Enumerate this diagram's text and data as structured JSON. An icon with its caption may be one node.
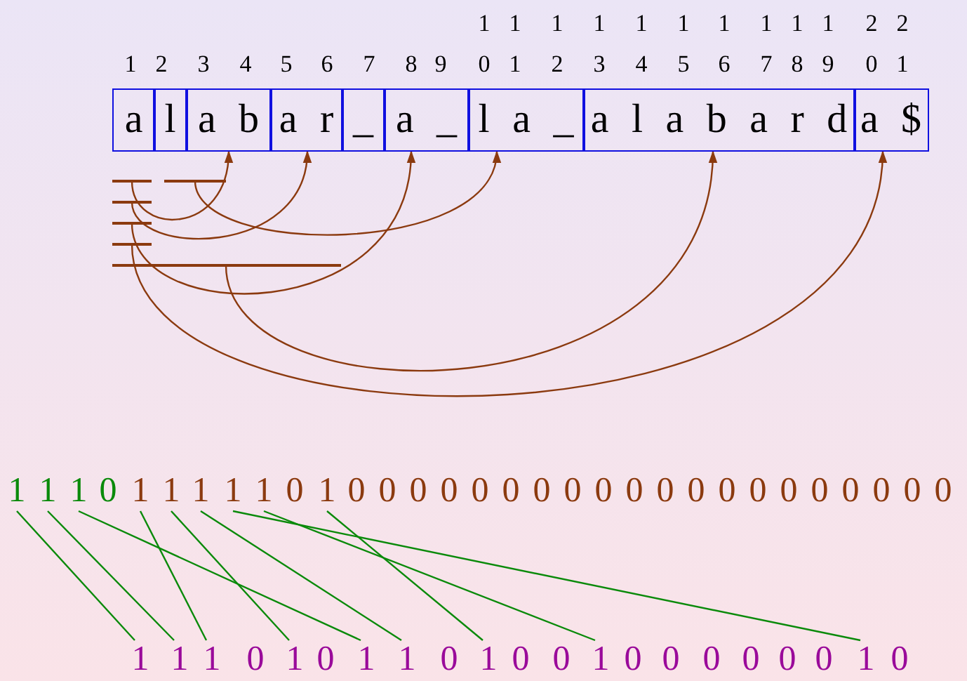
{
  "diagram": {
    "nodes": [
      {
        "text": [
          "a"
        ]
      },
      {
        "text": [
          "l"
        ]
      },
      {
        "text": [
          "a b"
        ]
      },
      {
        "text": [
          "a r"
        ]
      },
      {
        "text": [
          "_"
        ]
      },
      {
        "text": [
          "a _"
        ]
      },
      {
        "text": [
          "l a _"
        ]
      },
      {
        "text": [
          "a l a b a r d"
        ]
      },
      {
        "text": [
          "a $"
        ]
      },
      {
        "text": [],
        "shape": "bar"
      },
      {
        "text": [],
        "shape": "bar"
      },
      {
        "text": [],
        "shape": "bar"
      },
      {
        "text": [],
        "shape": "bar"
      },
      {
        "text": [],
        "shape": "bar"
      },
      {
        "text": [],
        "shape": "bar"
      },
      {
        "text": [
          "1"
        ]
      },
      {
        "text": [
          "1"
        ]
      },
      {
        "text": [
          "1"
        ]
      },
      {
        "text": [
          "1"
        ]
      },
      {
        "text": [
          "1"
        ]
      },
      {
        "text": [
          "1"
        ]
      },
      {
        "text": [
          "1"
        ]
      },
      {
        "text": [
          "1"
        ]
      },
      {
        "text": [
          "1"
        ]
      },
      {
        "text": [
          "1"
        ]
      },
      {
        "text": [
          "1"
        ]
      },
      {
        "text": [
          "1"
        ]
      },
      {
        "text": [
          "1"
        ]
      },
      {
        "text": [
          "1"
        ]
      },
      {
        "text": [
          "1"
        ]
      },
      {
        "text": [
          "1"
        ]
      },
      {
        "text": [
          "1"
        ]
      },
      {
        "text": [
          "1"
        ]
      }
    ],
    "edges": [
      {
        "from": 9,
        "to": 2,
        "arrow": "to",
        "color": "#8b3a0f"
      },
      {
        "from": 10,
        "to": 6,
        "arrow": "to",
        "color": "#8b3a0f"
      },
      {
        "from": 11,
        "to": 3,
        "arrow": "to",
        "color": "#8b3a0f"
      },
      {
        "from": 12,
        "to": 5,
        "arrow": "to",
        "color": "#8b3a0f"
      },
      {
        "from": 13,
        "to": 8,
        "arrow": "to",
        "color": "#8b3a0f"
      },
      {
        "from": 14,
        "to": 7,
        "arrow": "to",
        "color": "#8b3a0f"
      },
      {
        "from": 15,
        "to": 24,
        "arrow": "none"
      },
      {
        "from": 16,
        "to": 25,
        "arrow": "none"
      },
      {
        "from": 17,
        "to": 28,
        "arrow": "none"
      },
      {
        "from": 18,
        "to": 26,
        "arrow": "none"
      },
      {
        "from": 19,
        "to": 27,
        "arrow": "none"
      },
      {
        "from": 20,
        "to": 29,
        "arrow": "none"
      },
      {
        "from": 21,
        "to": 32,
        "arrow": "none"
      },
      {
        "from": 22,
        "to": 31,
        "arrow": "none"
      },
      {
        "from": 23,
        "to": 30,
        "arrow": "none"
      }
    ],
    "labels": [
      "1",
      "2",
      "3",
      "4",
      "5",
      "6",
      "7",
      "8",
      "9",
      "1 0",
      "1 1",
      "1 2",
      "1 3",
      "1 4",
      "1 5",
      "1 6",
      "1 7",
      "1 8",
      "1 9",
      "2 0",
      "2 1",
      "0",
      "0",
      "0",
      "0",
      "0",
      "0",
      "0",
      "0",
      "0",
      "0",
      "0",
      "0",
      "0",
      "0",
      "0",
      "0",
      "0",
      "0",
      "0",
      "0",
      "0",
      "0",
      "0",
      "0",
      "0",
      "0",
      "0",
      "0",
      "0",
      "0",
      "0",
      "0",
      "0",
      "0"
    ]
  }
}
